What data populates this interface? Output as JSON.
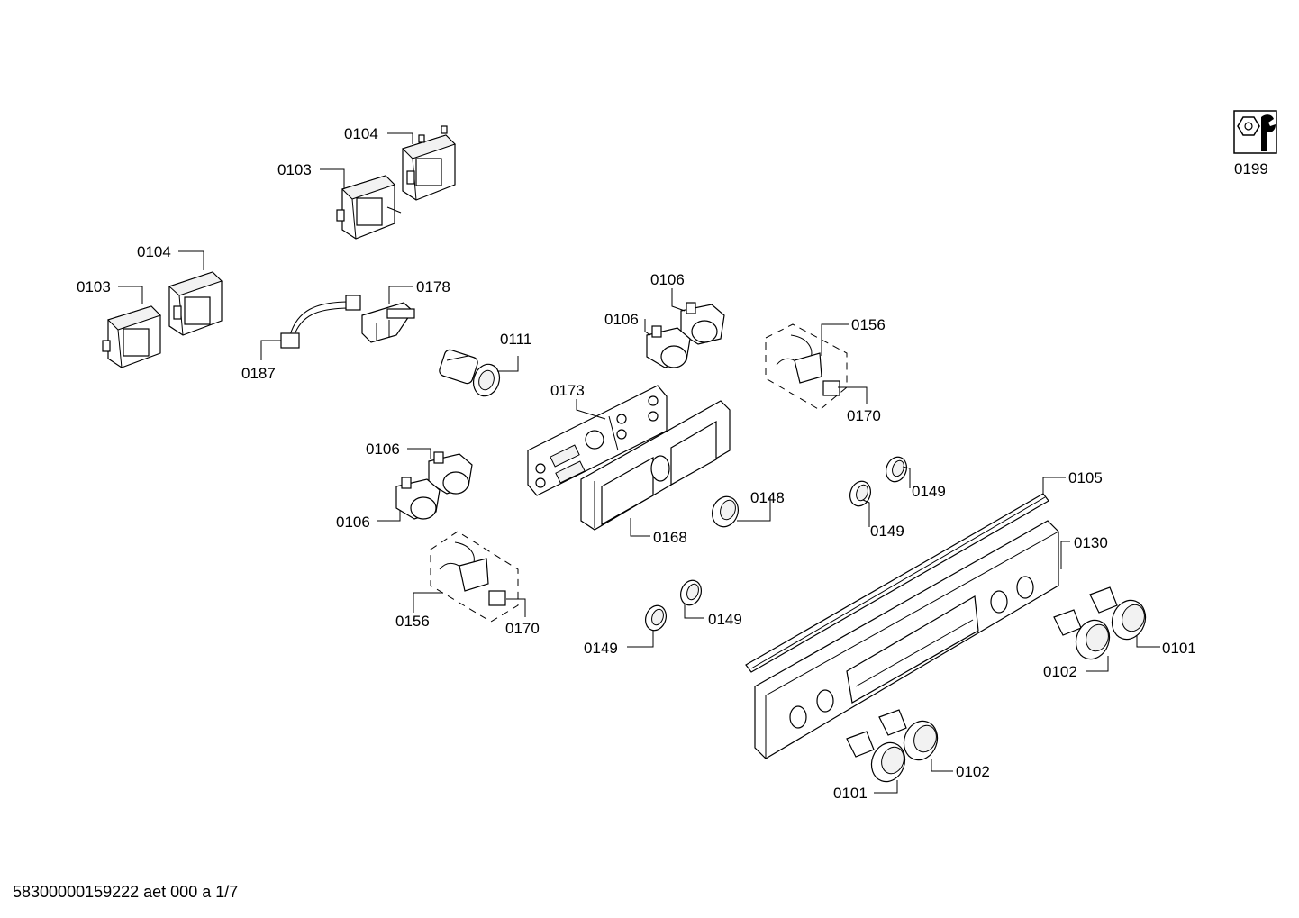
{
  "footer": {
    "doc_id": "58300000159222 aet 000 a 1/7"
  },
  "tool_icon": {
    "icon": "wrench-nut-icon",
    "label": "0199"
  },
  "callouts": [
    {
      "id": "c1",
      "label": "0104"
    },
    {
      "id": "c2",
      "label": "0103"
    },
    {
      "id": "c3",
      "label": "0104"
    },
    {
      "id": "c4",
      "label": "0103"
    },
    {
      "id": "c5",
      "label": "0178"
    },
    {
      "id": "c6",
      "label": "0187"
    },
    {
      "id": "c7",
      "label": "0111"
    },
    {
      "id": "c8",
      "label": "0106"
    },
    {
      "id": "c9",
      "label": "0106"
    },
    {
      "id": "c10",
      "label": "0156"
    },
    {
      "id": "c11",
      "label": "0170"
    },
    {
      "id": "c12",
      "label": "0173"
    },
    {
      "id": "c13",
      "label": "0106"
    },
    {
      "id": "c14",
      "label": "0106"
    },
    {
      "id": "c15",
      "label": "0148"
    },
    {
      "id": "c16",
      "label": "0168"
    },
    {
      "id": "c17",
      "label": "0149"
    },
    {
      "id": "c18",
      "label": "0149"
    },
    {
      "id": "c19",
      "label": "0105"
    },
    {
      "id": "c20",
      "label": "0130"
    },
    {
      "id": "c21",
      "label": "0156"
    },
    {
      "id": "c22",
      "label": "0170"
    },
    {
      "id": "c23",
      "label": "0149"
    },
    {
      "id": "c24",
      "label": "0149"
    },
    {
      "id": "c25",
      "label": "0101"
    },
    {
      "id": "c26",
      "label": "0102"
    },
    {
      "id": "c27",
      "label": "0102"
    },
    {
      "id": "c28",
      "label": "0101"
    }
  ]
}
